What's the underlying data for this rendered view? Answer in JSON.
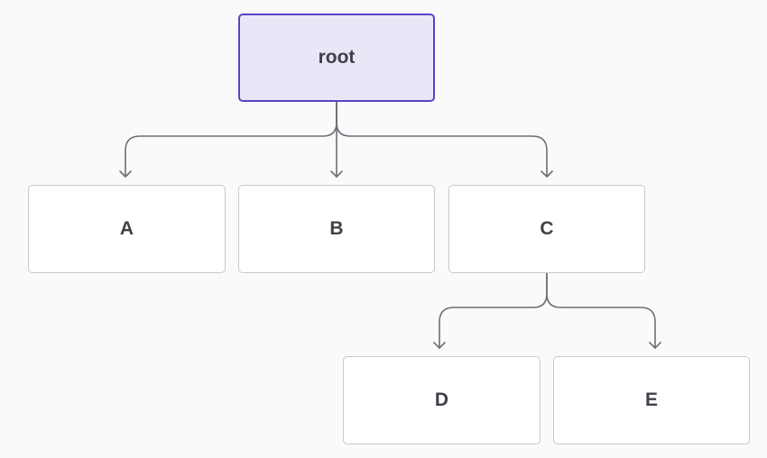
{
  "diagram": {
    "type": "tree",
    "nodes": [
      {
        "id": "root",
        "label": "root"
      },
      {
        "id": "a",
        "label": "A"
      },
      {
        "id": "b",
        "label": "B"
      },
      {
        "id": "c",
        "label": "C"
      },
      {
        "id": "d",
        "label": "D"
      },
      {
        "id": "e",
        "label": "E"
      }
    ],
    "edges": [
      {
        "from": "root",
        "to": "a"
      },
      {
        "from": "root",
        "to": "b"
      },
      {
        "from": "root",
        "to": "c"
      },
      {
        "from": "c",
        "to": "d"
      },
      {
        "from": "c",
        "to": "e"
      }
    ],
    "colors": {
      "root_fill": "#e9e7f7",
      "root_border": "#5645c4",
      "node_fill": "#ffffff",
      "node_border": "#c8c8cc",
      "edge": "#6e6e78",
      "text": "#40404a",
      "background": "#fafafa"
    }
  }
}
